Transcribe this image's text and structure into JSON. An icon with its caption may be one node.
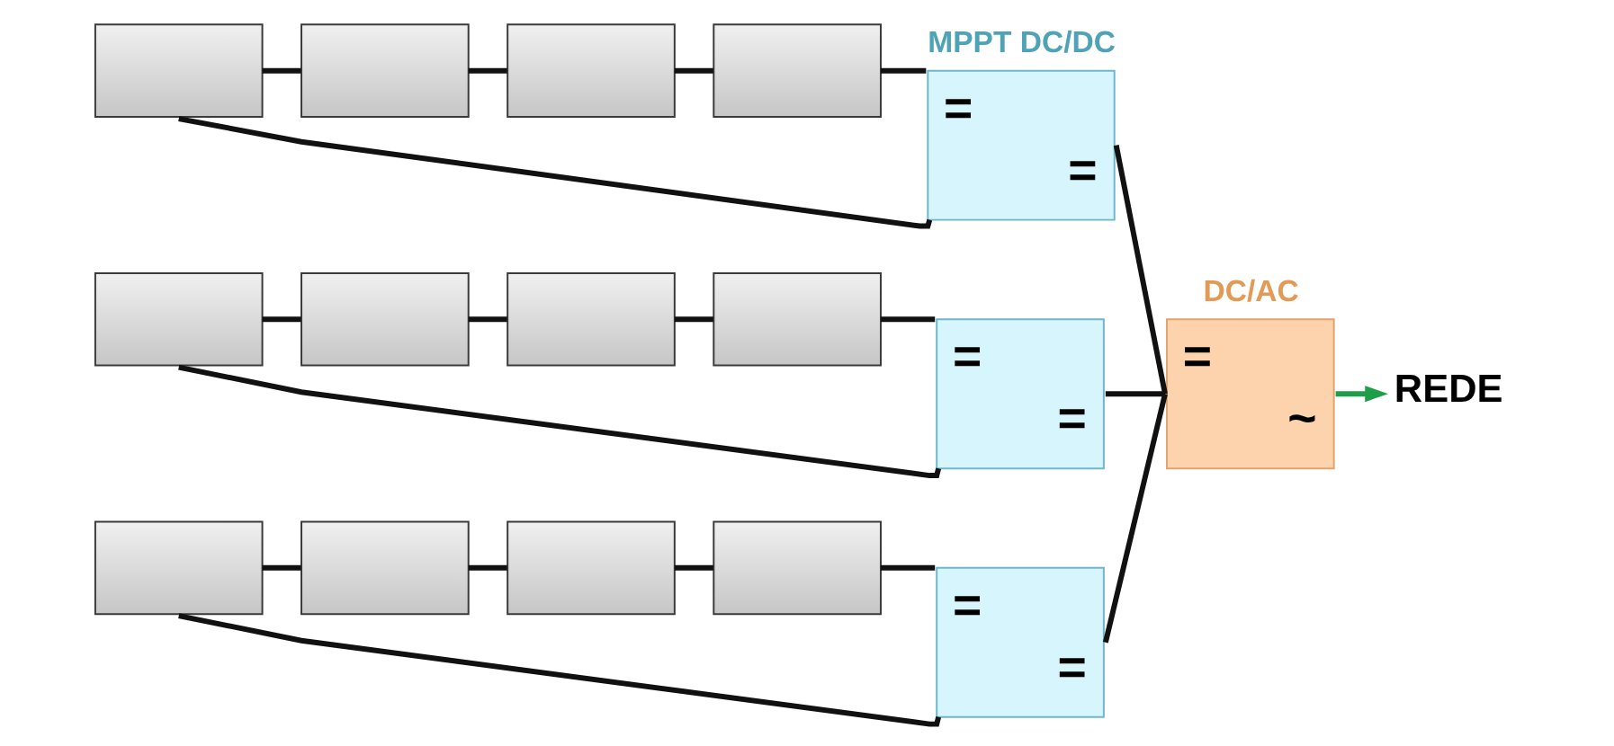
{
  "diagram": {
    "nodes": [
      {
        "text": [],
        "shape": "box"
      },
      {
        "text": [],
        "shape": "box"
      },
      {
        "text": [],
        "shape": "box"
      },
      {
        "text": [],
        "shape": "box"
      },
      {
        "text": [
          "MPPT DC/DC",
          "=",
          "="
        ]
      },
      {
        "text": [],
        "shape": "box"
      },
      {
        "text": [],
        "shape": "box"
      },
      {
        "text": [],
        "shape": "box"
      },
      {
        "text": [],
        "shape": "box"
      },
      {
        "text": [
          "=",
          "="
        ]
      },
      {
        "text": [
          "DC/AC",
          "=",
          "~"
        ]
      },
      {
        "text": [
          "REDE"
        ]
      },
      {
        "text": [],
        "shape": "box"
      },
      {
        "text": [],
        "shape": "box"
      },
      {
        "text": [],
        "shape": "box"
      },
      {
        "text": [],
        "shape": "box"
      },
      {
        "text": [
          "=",
          "="
        ]
      }
    ],
    "edges": [
      {
        "from": 0,
        "to": 1,
        "arrow": "none"
      },
      {
        "from": 1,
        "to": 2,
        "arrow": "none"
      },
      {
        "from": 2,
        "to": 3,
        "arrow": "none"
      },
      {
        "from": 3,
        "to": 4,
        "arrow": "none"
      },
      {
        "from": 0,
        "to": 4,
        "arrow": "none"
      },
      {
        "from": 5,
        "to": 6,
        "arrow": "none"
      },
      {
        "from": 6,
        "to": 7,
        "arrow": "none"
      },
      {
        "from": 7,
        "to": 8,
        "arrow": "none"
      },
      {
        "from": 8,
        "to": 9,
        "arrow": "none"
      },
      {
        "from": 5,
        "to": 9,
        "arrow": "none"
      },
      {
        "from": 12,
        "to": 13,
        "arrow": "none"
      },
      {
        "from": 13,
        "to": 14,
        "arrow": "none"
      },
      {
        "from": 14,
        "to": 15,
        "arrow": "none"
      },
      {
        "from": 15,
        "to": 16,
        "arrow": "none"
      },
      {
        "from": 12,
        "to": 16,
        "arrow": "none"
      },
      {
        "from": 4,
        "to": 10,
        "arrow": "none"
      },
      {
        "from": 9,
        "to": 10,
        "arrow": "none"
      },
      {
        "from": 16,
        "to": 10,
        "arrow": "none"
      },
      {
        "from": 10,
        "to": 11,
        "arrow": "to",
        "color": "#1f9e4a"
      }
    ]
  }
}
